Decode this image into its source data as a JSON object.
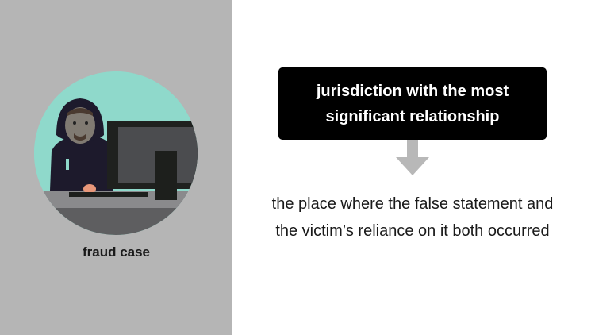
{
  "left": {
    "illustration": "hooded-person-at-computer",
    "caption": "fraud case",
    "colors": {
      "panel": "#b5b5b5",
      "circle": "#8fd9cb"
    }
  },
  "right": {
    "box_title": "jurisdiction with the most significant relationship",
    "arrow": "down-arrow-icon",
    "description": "the place where the false statement and the victim’s reliance on it both occurred"
  }
}
